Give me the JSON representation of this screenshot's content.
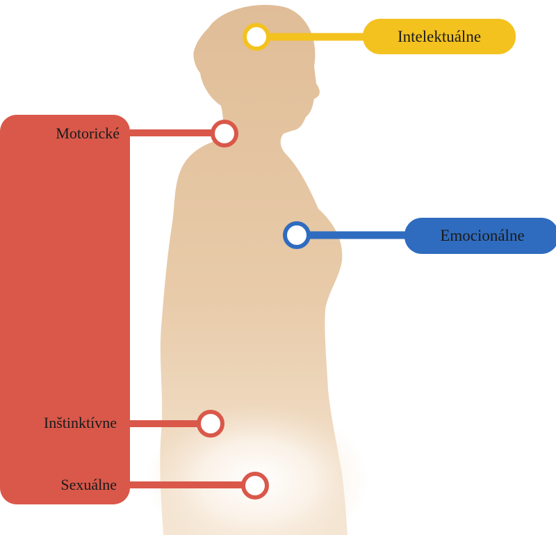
{
  "colors": {
    "intellectual": "#f4c21f",
    "emotional": "#2f6cbf",
    "body_centers": "#d9584a",
    "silhouette": "#e2bf9b",
    "glow": "#fbf2e8"
  },
  "centers": {
    "intellectual": "Intelektuálne",
    "emotional": "Emocionálne",
    "motor": "Motorické",
    "instinctive": "Inštinktívne",
    "sexual": "Sexuálne"
  }
}
